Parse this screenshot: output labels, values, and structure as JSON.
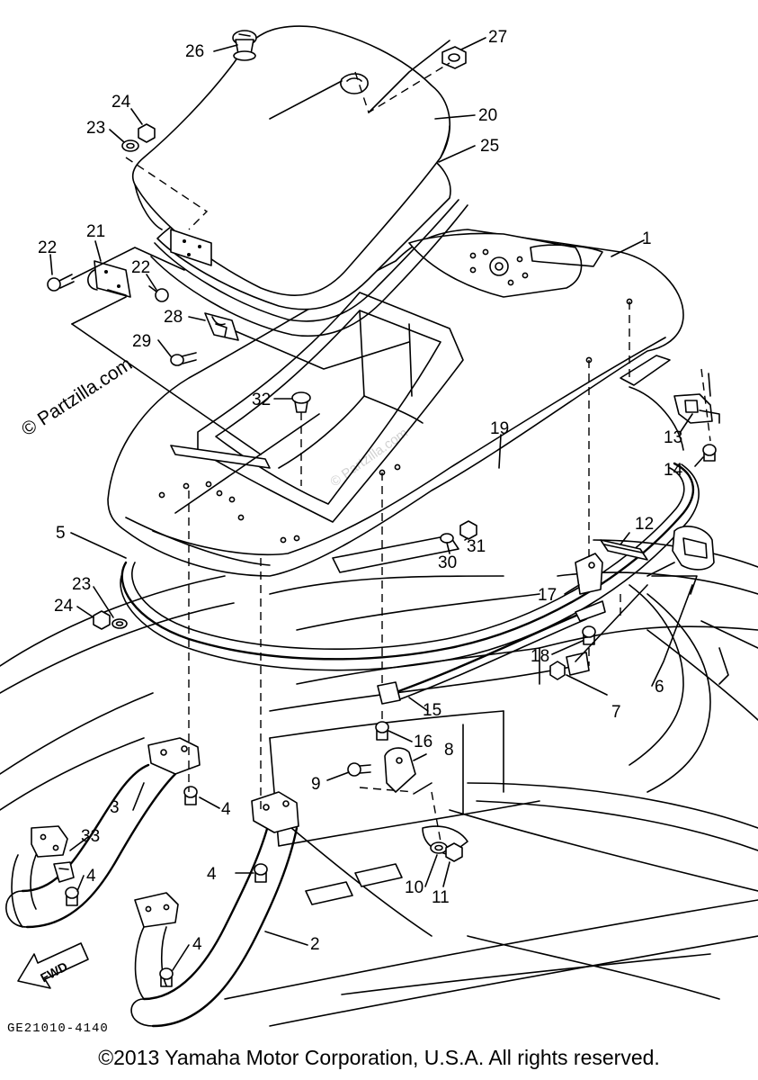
{
  "diagram": {
    "drawing_code": "GE21010-4140",
    "copyright": "©2013 Yamaha Motor Corporation, U.S.A. All rights reserved.",
    "watermark": "© Partzilla.com",
    "watermark_faint": "© Partzilla.com",
    "direction_marker": "FWD",
    "part_labels": [
      "1",
      "2",
      "3",
      "4",
      "4",
      "4",
      "4",
      "4",
      "5",
      "6",
      "7",
      "8",
      "9",
      "10",
      "11",
      "12",
      "13",
      "14",
      "15",
      "16",
      "17",
      "18",
      "19",
      "20",
      "21",
      "22",
      "22",
      "23",
      "23",
      "24",
      "24",
      "25",
      "26",
      "27",
      "28",
      "29",
      "30",
      "31",
      "32",
      "33"
    ]
  }
}
